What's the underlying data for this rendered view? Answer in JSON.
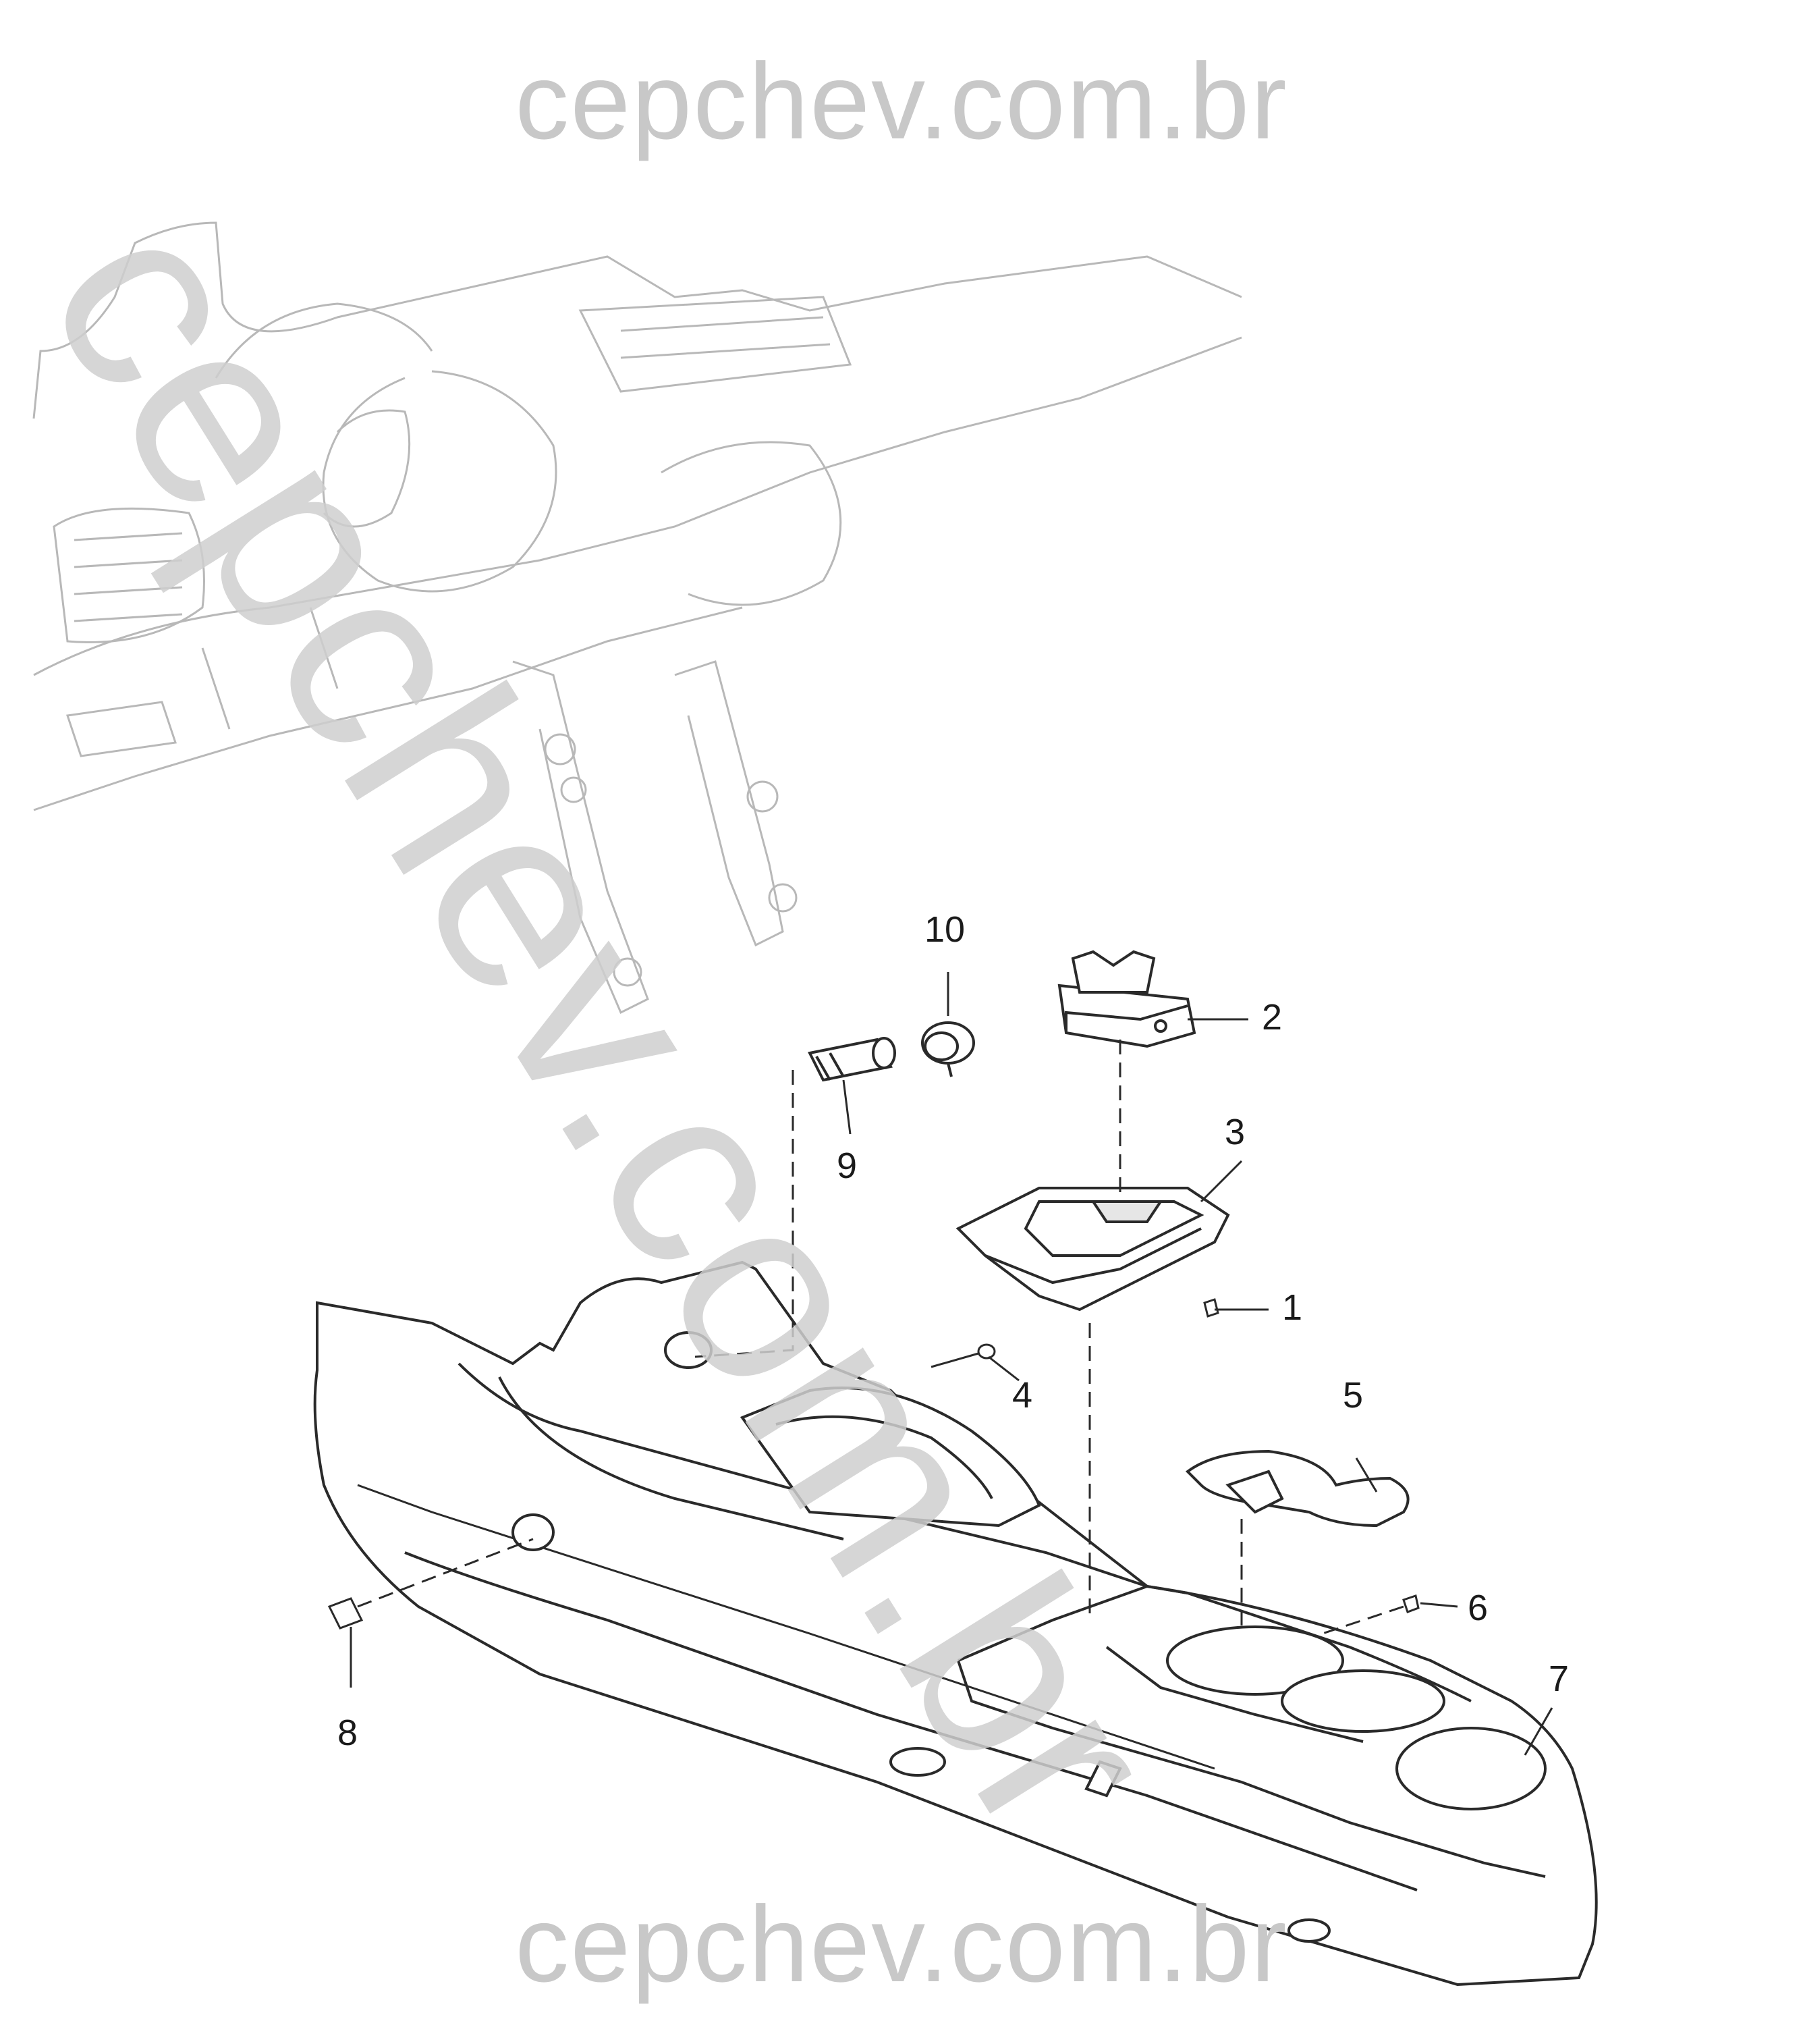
{
  "watermark": {
    "header": "cepchev.com.br",
    "footer": "cepchev.com.br",
    "diagonal": "cepchev.com.br"
  },
  "callouts": [
    {
      "id": "1",
      "label": "1"
    },
    {
      "id": "2",
      "label": "2"
    },
    {
      "id": "3",
      "label": "3"
    },
    {
      "id": "4",
      "label": "4"
    },
    {
      "id": "5",
      "label": "5"
    },
    {
      "id": "6",
      "label": "6"
    },
    {
      "id": "7",
      "label": "7"
    },
    {
      "id": "8",
      "label": "8"
    },
    {
      "id": "9",
      "label": "9"
    },
    {
      "id": "10",
      "label": "10"
    }
  ],
  "colors": {
    "line": "#2a2a2a",
    "faint_line": "#b8b8b8",
    "watermark": "#c8c8c8"
  }
}
